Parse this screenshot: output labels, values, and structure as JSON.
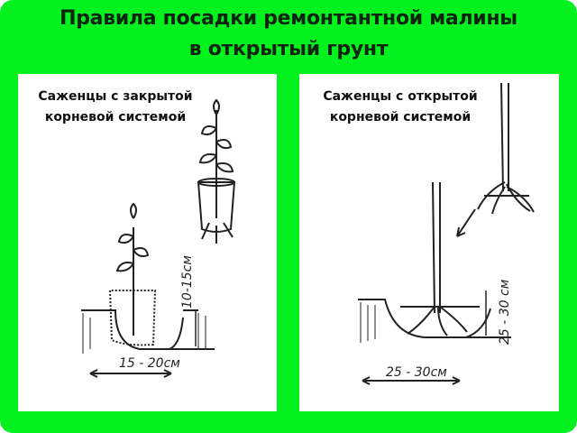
{
  "title": {
    "line1": "Правила посадки ремонтантной малины",
    "line2": "в открытый грунт"
  },
  "panels": [
    {
      "caption_line1": "Саженцы с закрытой",
      "caption_line2": "корневой системой",
      "depth": "10-15см",
      "width": "15 - 20см"
    },
    {
      "caption_line1": "Саженцы с открытой",
      "caption_line2": "корневой системой",
      "depth": "25 - 30 см",
      "width": "25 - 30см"
    }
  ],
  "colors": {
    "frame": "#03f21f",
    "title": "#0b240b"
  }
}
